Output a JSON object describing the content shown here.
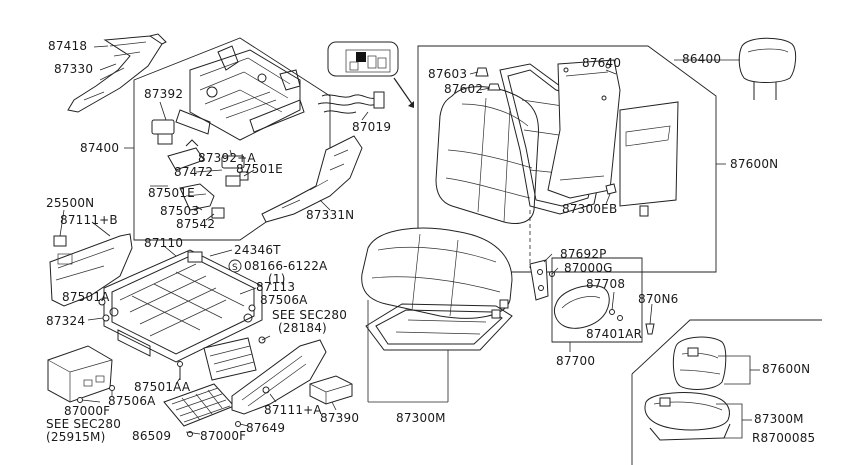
{
  "labels": {
    "l87418": "87418",
    "l87330": "87330",
    "l87392": "87392",
    "l87400": "87400",
    "l87392a": "87392+A",
    "l87472": "87472",
    "l87501e_left": "87501E",
    "l87501e_right": "87501E",
    "l87503": "87503",
    "l87542": "87542",
    "l87019": "87019",
    "l87331n": "87331N",
    "l87603": "87603",
    "l87602": "87602",
    "l87640": "87640",
    "l86400": "86400",
    "l87600n_top": "87600N",
    "l87300eb": "87300EB",
    "l25500n": "25500N",
    "l87111b": "87111+B",
    "l87110": "87110",
    "l24346t": "24346T",
    "l08166": "08166-6122A",
    "l08166_qty": "(1)",
    "l87113": "87113",
    "l87501a": "87501A",
    "l87506a_top": "87506A",
    "l87324": "87324",
    "l_see_sec280_a": "SEE SEC280",
    "l_28184": "(28184)",
    "l87692p": "87692P",
    "l87000g": "87000G",
    "l87708": "87708",
    "l870n6": "870N6",
    "l87401ar": "87401AR",
    "l87700": "87700",
    "l87501aa": "87501AA",
    "l87506a_bot": "87506A",
    "l87000f_left": "87000F",
    "l_see_sec280_b": "SEE SEC280",
    "l_25915m": "(25915M)",
    "l86509": "86509",
    "l87000f_bot": "87000F",
    "l87649": "87649",
    "l87111a": "87111+A",
    "l87390": "87390",
    "l87300m_center": "87300M",
    "l87600n_inset": "87600N",
    "l87300m_inset": "87300M",
    "diagram_code": "R8700085"
  },
  "screw_symbol": "S"
}
